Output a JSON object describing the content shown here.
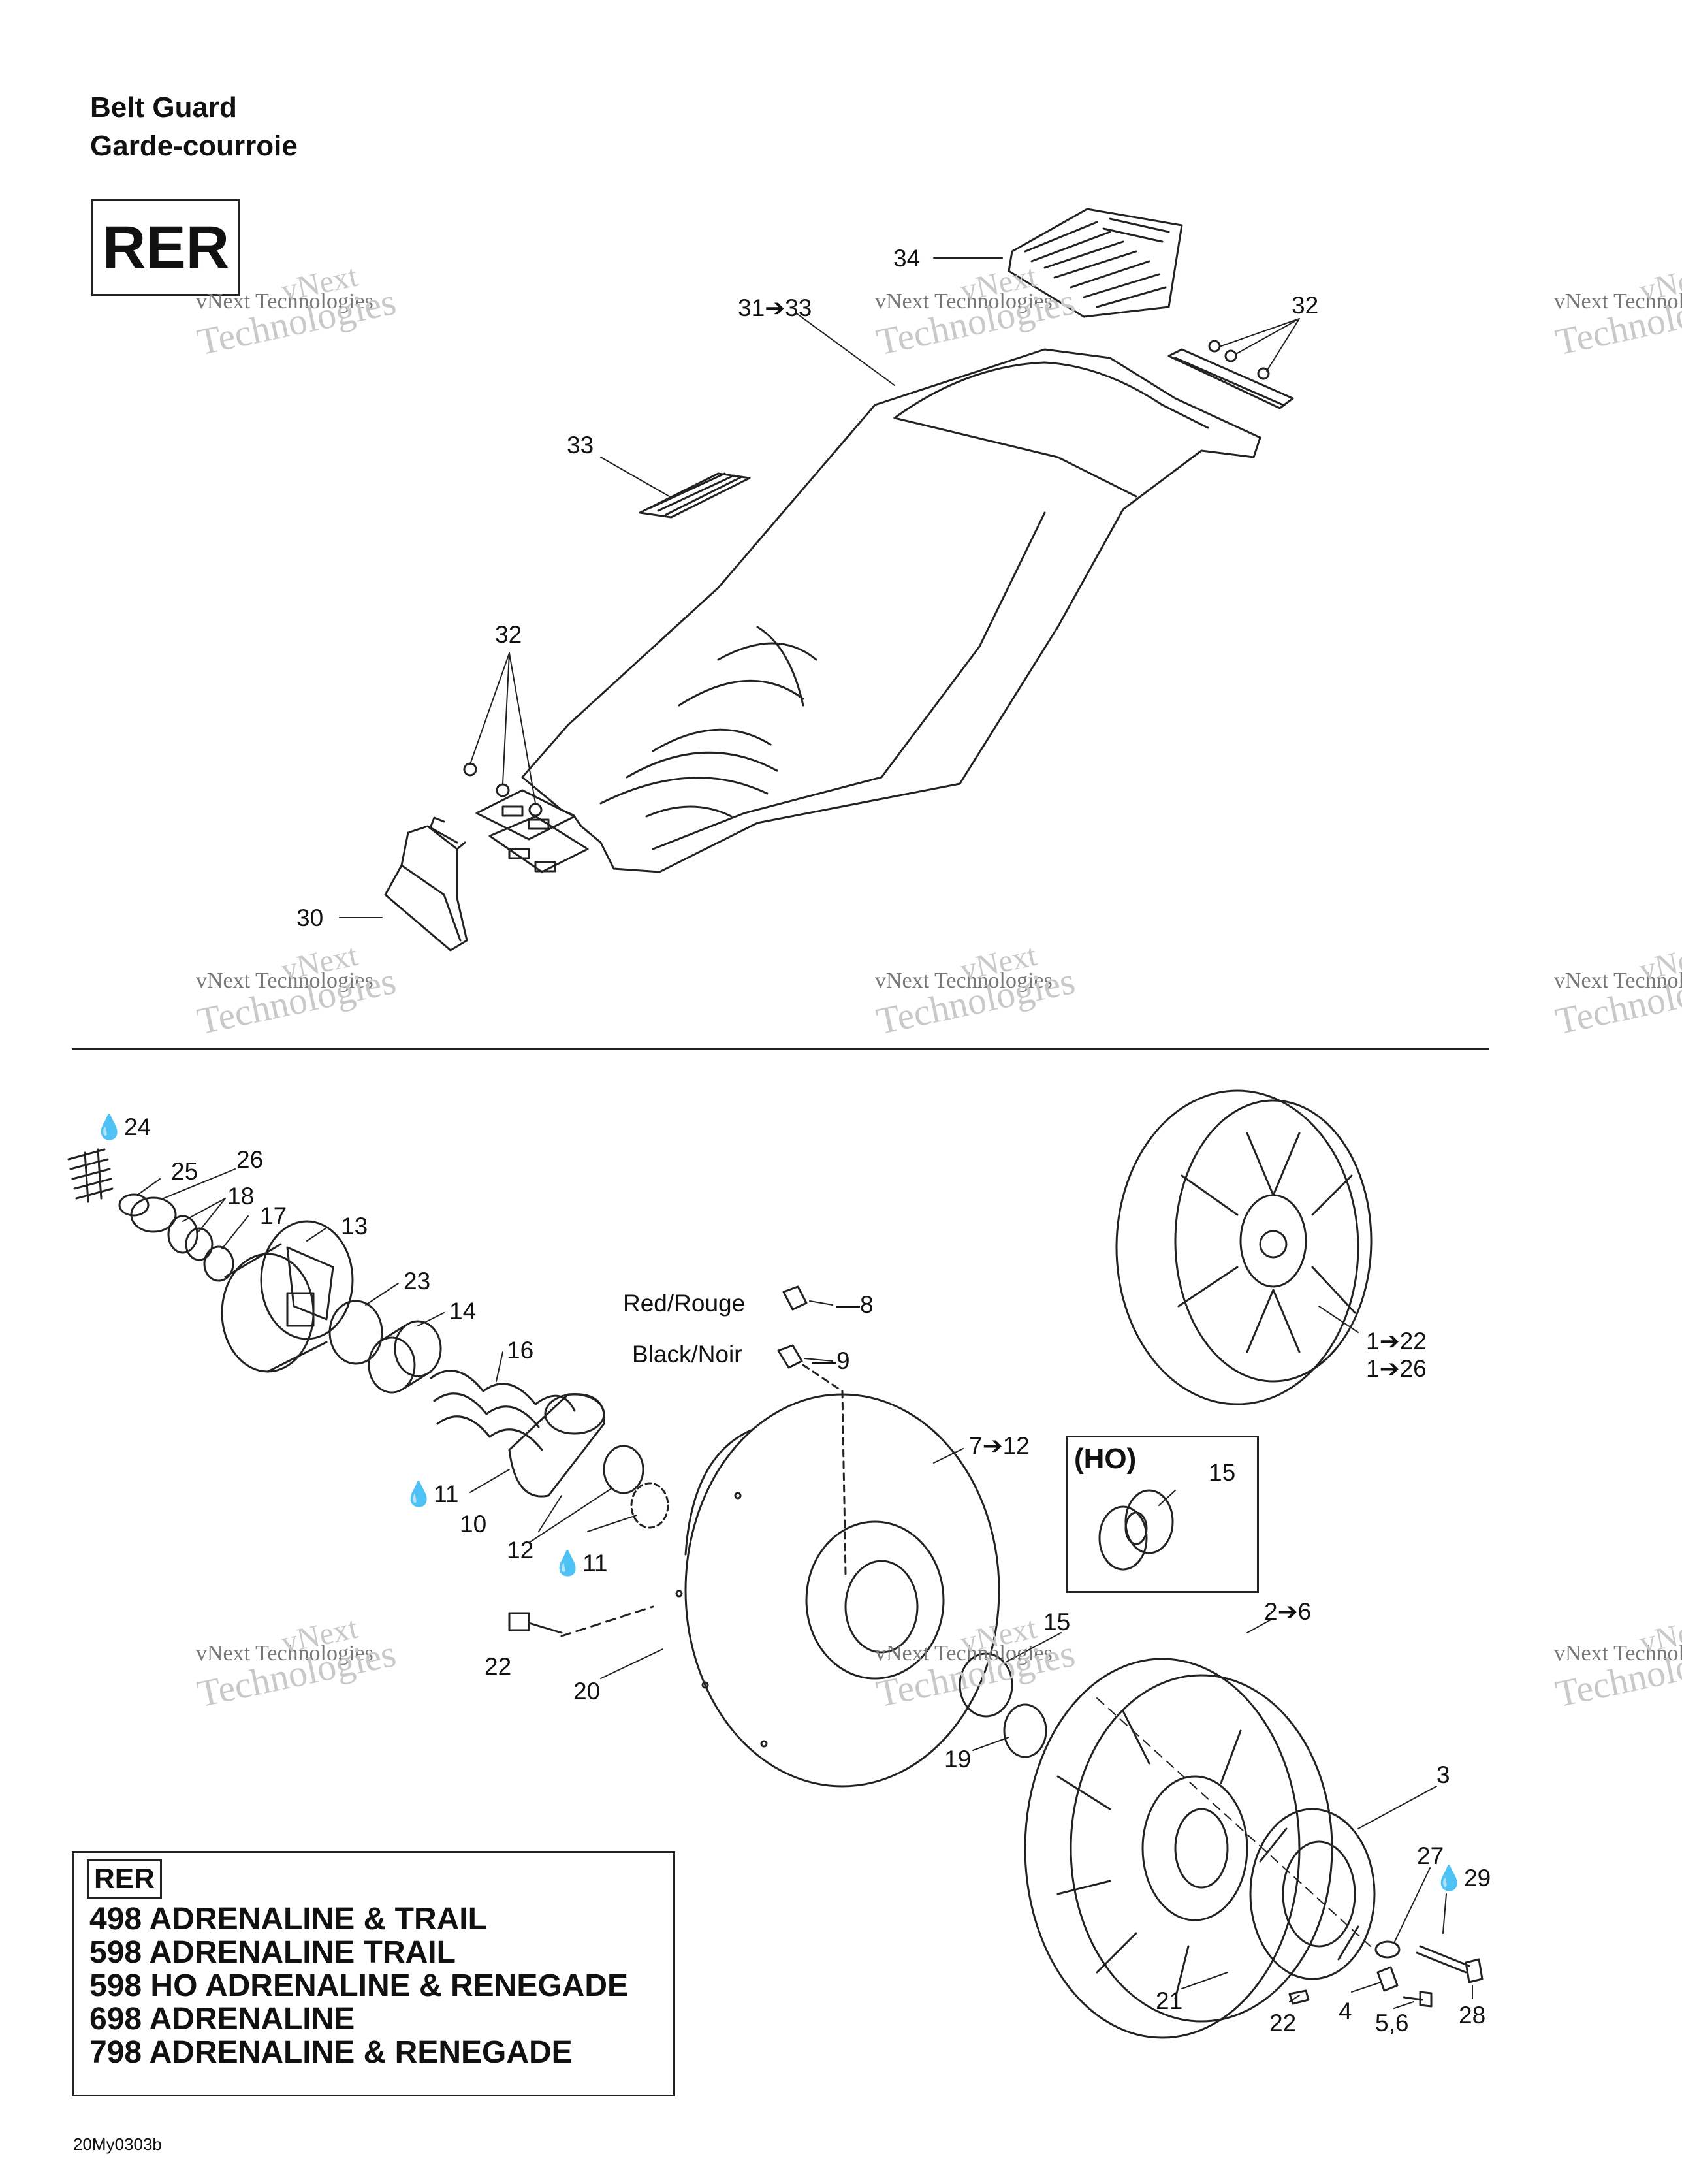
{
  "title": {
    "en": "Belt Guard",
    "fr": "Garde-courroie"
  },
  "model_badge": "RER",
  "watermark": {
    "line1": "vNext",
    "line2": "vNext Technologies",
    "line3": "Technologies"
  },
  "upper_callouts": [
    {
      "id": "c34",
      "text": "34"
    },
    {
      "id": "c31",
      "text": "31➔33"
    },
    {
      "id": "c32a",
      "text": "32"
    },
    {
      "id": "c33",
      "text": "33"
    },
    {
      "id": "c32b",
      "text": "32"
    },
    {
      "id": "c30",
      "text": "30"
    }
  ],
  "lower_callouts": [
    {
      "id": "c24",
      "text": "24",
      "lubricant": true
    },
    {
      "id": "c25",
      "text": "25"
    },
    {
      "id": "c26",
      "text": "26"
    },
    {
      "id": "c18",
      "text": "18"
    },
    {
      "id": "c17",
      "text": "17"
    },
    {
      "id": "c13",
      "text": "13"
    },
    {
      "id": "c23",
      "text": "23"
    },
    {
      "id": "c14",
      "text": "14"
    },
    {
      "id": "c16",
      "text": "16"
    },
    {
      "id": "c11a",
      "text": "11",
      "lubricant": true
    },
    {
      "id": "c10",
      "text": "10"
    },
    {
      "id": "c12",
      "text": "12"
    },
    {
      "id": "c11b",
      "text": "11",
      "lubricant": true
    },
    {
      "id": "c22a",
      "text": "22"
    },
    {
      "id": "c20",
      "text": "20"
    },
    {
      "id": "c7",
      "text": "7➔12"
    },
    {
      "id": "c8",
      "text": "8"
    },
    {
      "id": "c9",
      "text": "9"
    },
    {
      "id": "c1a",
      "text": "1➔22"
    },
    {
      "id": "c1b",
      "text": "1➔26"
    },
    {
      "id": "c15a",
      "text": "15"
    },
    {
      "id": "c15b",
      "text": "15"
    },
    {
      "id": "c2",
      "text": "2➔6"
    },
    {
      "id": "c19",
      "text": "19"
    },
    {
      "id": "c3",
      "text": "3"
    },
    {
      "id": "c27",
      "text": "27"
    },
    {
      "id": "c29",
      "text": "29",
      "lubricant": true
    },
    {
      "id": "c21",
      "text": "21"
    },
    {
      "id": "c22b",
      "text": "22"
    },
    {
      "id": "c4",
      "text": "4"
    },
    {
      "id": "c56",
      "text": "5,6"
    },
    {
      "id": "c28",
      "text": "28"
    }
  ],
  "color_labels": {
    "red": "Red/Rouge",
    "black": "Black/Noir"
  },
  "ho_box": {
    "title": "(HO)"
  },
  "model_box": {
    "tag": "RER",
    "models": [
      "498 ADRENALINE & TRAIL",
      "598 ADRENALINE  TRAIL",
      "598 HO ADRENALINE & RENEGADE",
      "698 ADRENALINE",
      "798 ADRENALINE & RENEGADE"
    ]
  },
  "ref_code": "20My0303b"
}
